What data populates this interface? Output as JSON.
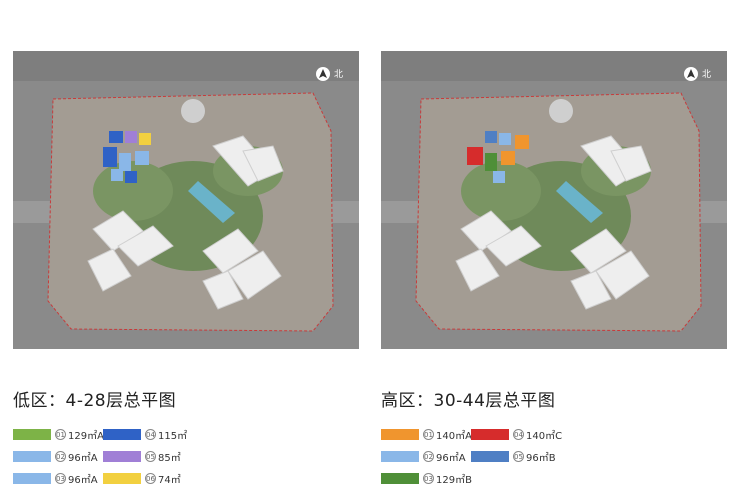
{
  "plans": [
    {
      "north_label": "北",
      "caption": "低区：4-28层总平图",
      "units": [
        {
          "num": "01",
          "label": "129㎡A",
          "color": "#7db347"
        },
        {
          "num": "02",
          "label": "96㎡A",
          "color": "#8ab7e8"
        },
        {
          "num": "03",
          "label": "96㎡A",
          "color": "#8ab7e8"
        },
        {
          "num": "04",
          "label": "115㎡",
          "color": "#2f62c6"
        },
        {
          "num": "05",
          "label": "85㎡",
          "color": "#a07fd6"
        },
        {
          "num": "06",
          "label": "74㎡",
          "color": "#f2d040"
        }
      ]
    },
    {
      "north_label": "北",
      "caption": "高区：30-44层总平图",
      "units": [
        {
          "num": "01",
          "label": "140㎡A",
          "color": "#f0952e"
        },
        {
          "num": "02",
          "label": "96㎡A",
          "color": "#8ab7e8"
        },
        {
          "num": "03",
          "label": "129㎡B",
          "color": "#4f8f38"
        },
        {
          "num": "04",
          "label": "140㎡C",
          "color": "#d62c2c"
        },
        {
          "num": "05",
          "label": "96㎡B",
          "color": "#4f7fc4"
        }
      ]
    }
  ]
}
